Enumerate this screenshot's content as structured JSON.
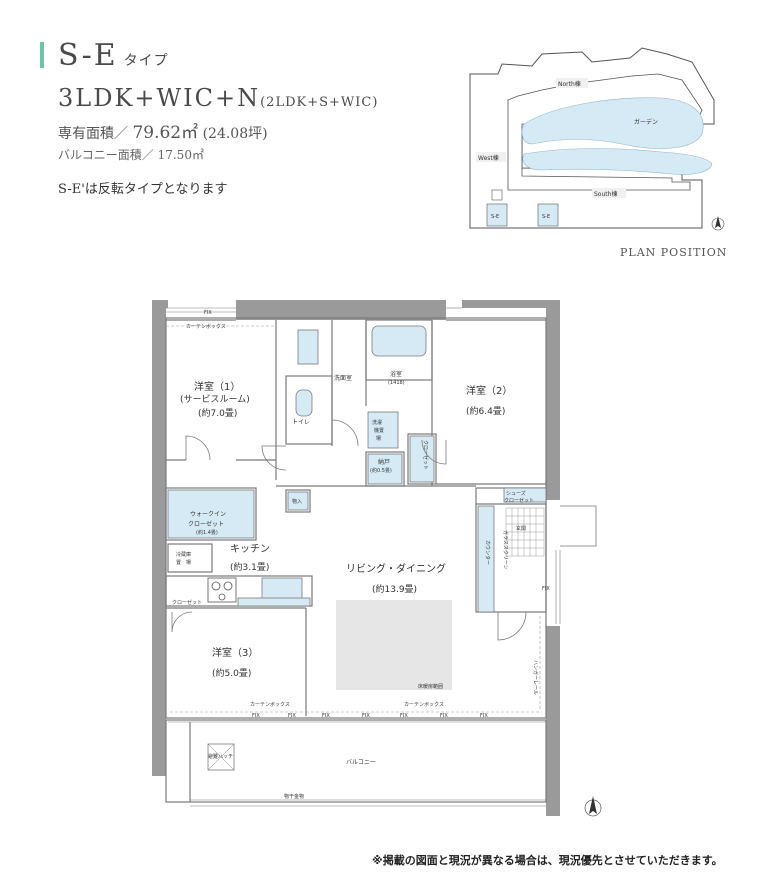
{
  "header": {
    "type_name": "S-E",
    "type_suffix": "タイプ",
    "layout": "3LDK+WIC+N",
    "layout_sub": "(2LDK+S+WIC)",
    "area_label": "専有面積／",
    "area_value": "79.62㎡",
    "area_tsubo": "(24.08坪)",
    "balcony_label": "バルコニー面積／",
    "balcony_value": "17.50㎡",
    "reverse_note": "S-E'は反転タイプとなります"
  },
  "plan_position": {
    "label": "PLAN POSITION",
    "north_wing": "North棟",
    "west_wing": "West棟",
    "south_wing": "South棟",
    "garden": "ガーデン",
    "unit1": "S-E",
    "unit2": "S-E"
  },
  "floorplan": {
    "room1_name": "洋室（1）",
    "room1_sub": "(サービスルーム)",
    "room1_size": "(約7.0畳)",
    "room2_name": "洋室（2）",
    "room2_size": "(約6.4畳)",
    "room3_name": "洋室（3）",
    "room3_size": "(約5.0畳)",
    "kitchen_name": "キッチン",
    "kitchen_size": "(約3.1畳)",
    "ld_name": "リビング・ダイニング",
    "ld_size": "(約13.9畳)",
    "toilet": "トイレ",
    "washroom": "洗面室",
    "bath": "浴室",
    "bath_size": "(1418)",
    "nando": "納戸",
    "nando_size": "(約0.5畳)",
    "closet": "クローゼット",
    "closet_small": "クローゼット",
    "wic_1": "ウォークイン",
    "wic_2": "クローゼット",
    "wic_size": "(約1.4畳)",
    "storage": "物入",
    "shoes_1": "シューズ",
    "shoes_2": "クローゼット",
    "entrance": "玄関",
    "counter": "カウンター",
    "glass_screen": "ガラススクリーン",
    "fridge_1": "冷蔵庫",
    "fridge_2": "置　場",
    "washer_1": "洗濯",
    "washer_2": "機置",
    "washer_3": "場",
    "balcony": "バルコニー",
    "curtain_box": "カーテンボックス",
    "fix": "FIX",
    "floor_heating": "床暖房範囲",
    "hose": "物干金物",
    "sprinkler": "避難ハッチ",
    "rail": "ハンガーレール"
  },
  "footer_note": "※掲載の図面と現況が異なる場合は、現況優先とさせていただきます。",
  "colors": {
    "accent": "#6cc3a8",
    "wall": "#9a9a9a",
    "water": "#d6eaf5",
    "floor_heat": "#e6e6e6",
    "thin_line": "#7a7a7a"
  }
}
